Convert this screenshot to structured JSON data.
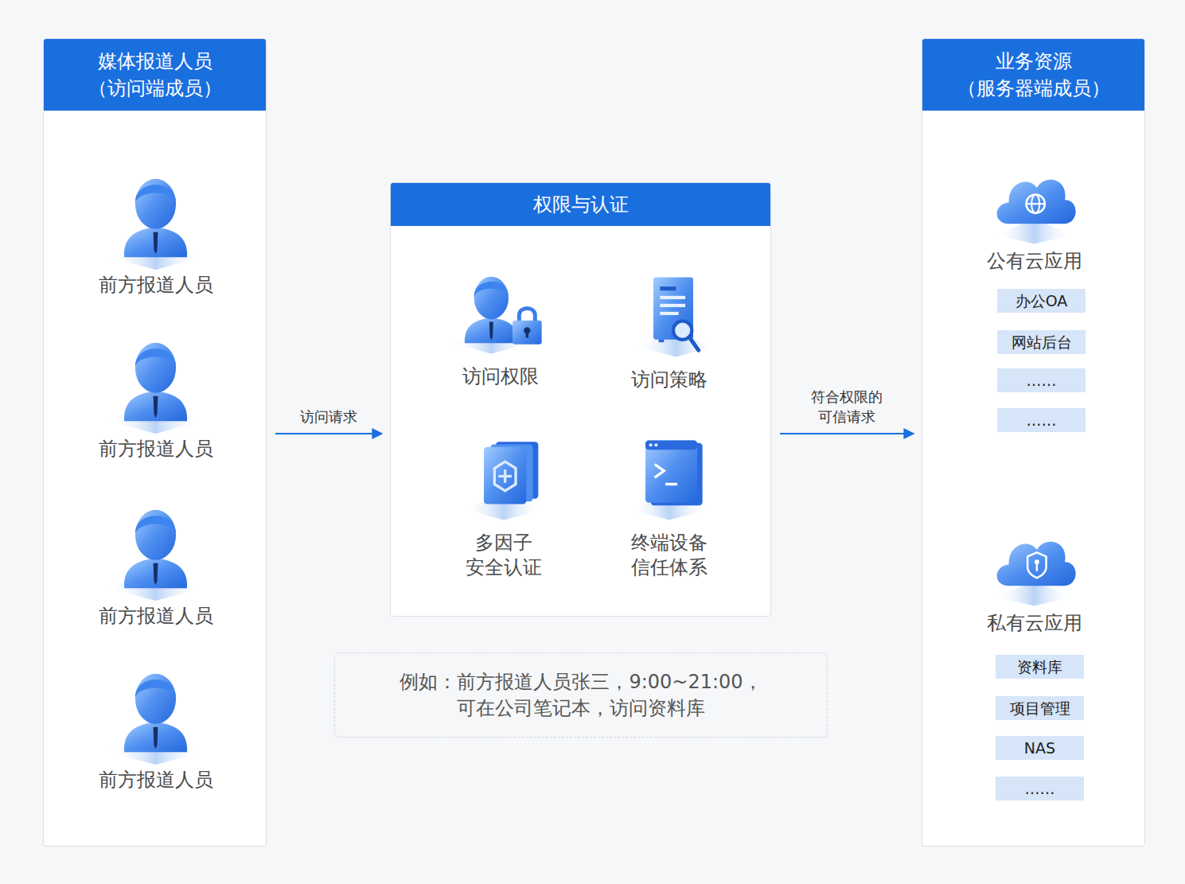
{
  "diagram": {
    "nodes": [
      {
        "text": [
          "媒体报道人员 （访问端成员）"
        ]
      },
      {
        "text": [
          "前方报道人员"
        ],
        "in": 0
      },
      {
        "text": [
          "前方报道人员"
        ],
        "in": 0
      },
      {
        "text": [
          "前方报道人员"
        ],
        "in": 0
      },
      {
        "text": [
          "前方报道人员"
        ],
        "in": 0
      },
      {
        "text": [
          "权限与认证"
        ]
      },
      {
        "text": [
          "访问权限"
        ],
        "in": 5
      },
      {
        "text": [
          "访问策略"
        ],
        "in": 5
      },
      {
        "text": [
          "多因子 安全认证"
        ],
        "in": 5
      },
      {
        "text": [
          "终端设备 信任体系"
        ],
        "in": 5
      },
      {
        "text": [
          "业务资源 （服务器端成员）"
        ]
      },
      {
        "text": [
          "公有云应用"
        ],
        "in": 10
      },
      {
        "text": [
          "办公OA"
        ],
        "in": 11
      },
      {
        "text": [
          "网站后台"
        ],
        "in": 11
      },
      {
        "text": [
          "……"
        ],
        "in": 11
      },
      {
        "text": [
          "……"
        ],
        "in": 11
      },
      {
        "text": [
          "私有云应用"
        ],
        "in": 10
      },
      {
        "text": [
          "资料库"
        ],
        "in": 16
      },
      {
        "text": [
          "项目管理"
        ],
        "in": 16
      },
      {
        "text": [
          "NAS"
        ],
        "in": 16
      },
      {
        "text": [
          "……"
        ],
        "in": 16
      },
      {
        "text": [
          "例如：前方报道人员张三，9:00~21:00， 可在公司笔记本，访问资料库"
        ]
      }
    ],
    "edges": [
      {
        "from": 0,
        "to": 5,
        "arrow": "to",
        "label": "访问请求"
      },
      {
        "from": 5,
        "to": 10,
        "arrow": "to",
        "label": "符合权限的 可信请求"
      }
    ]
  }
}
